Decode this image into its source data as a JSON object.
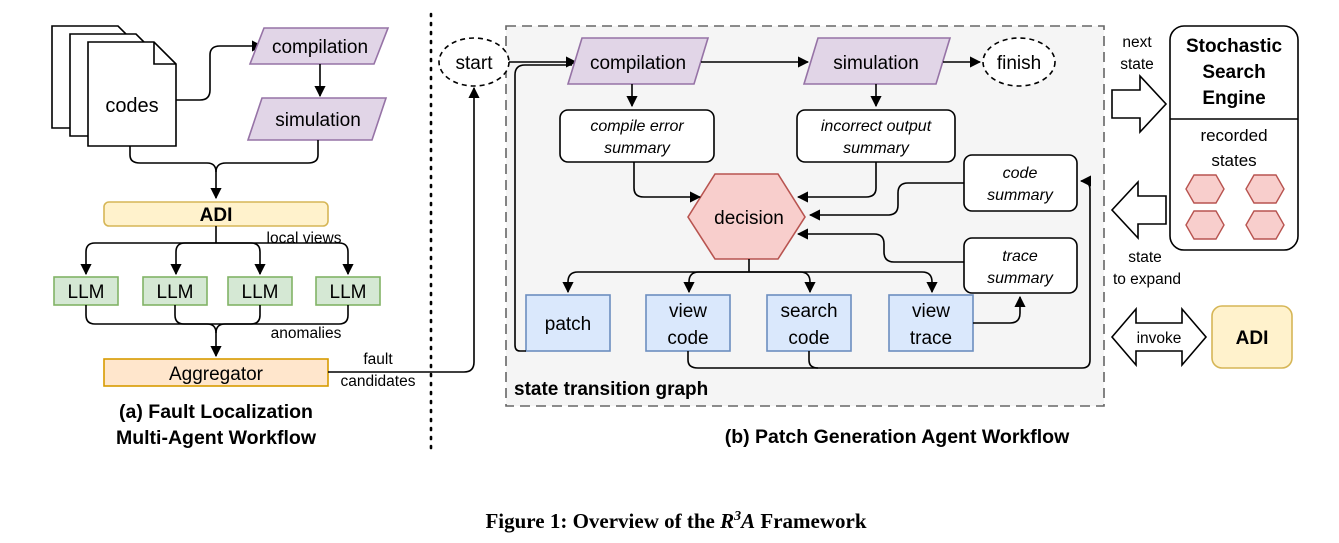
{
  "left_panel": {
    "codes_label": "codes",
    "compilation_label": "compilation",
    "simulation_label": "simulation",
    "adi_label": "ADI",
    "local_views_label": "local views",
    "llm_labels": [
      "LLM",
      "LLM",
      "LLM",
      "LLM"
    ],
    "anomalies_label": "anomalies",
    "aggregator_label": "Aggregator",
    "fault_label": "fault",
    "candidates_label": "candidates",
    "caption_line1": "(a) Fault Localization",
    "caption_line2": "Multi-Agent Workflow"
  },
  "middle_panel": {
    "start_label": "start",
    "compilation_label": "compilation",
    "simulation_label": "simulation",
    "finish_label": "finish",
    "compile_error_line1": "compile error",
    "compile_error_line2": "summary",
    "incorrect_output_line1": "incorrect output",
    "incorrect_output_line2": "summary",
    "code_summary_line1": "code",
    "code_summary_line2": "summary",
    "decision_label": "decision",
    "trace_summary_line1": "trace",
    "trace_summary_line2": "summary",
    "patch_label": "patch",
    "view_code_line1": "view",
    "view_code_line2": "code",
    "search_code_line1": "search",
    "search_code_line2": "code",
    "view_trace_line1": "view",
    "view_trace_line2": "trace",
    "graph_label": "state transition graph",
    "caption": "(b) Patch Generation Agent Workflow"
  },
  "right_panel": {
    "next_line1": "next",
    "next_line2": "state",
    "engine_line1": "Stochastic",
    "engine_line2": "Search",
    "engine_line3": "Engine",
    "recorded_line1": "recorded",
    "recorded_line2": "states",
    "expand_line1": "state",
    "expand_line2": "to expand",
    "invoke_label": "invoke",
    "adi_label": "ADI"
  },
  "figure_caption": {
    "prefix": "Figure 1: Overview of the ",
    "var_r": "R",
    "var_exp": "3",
    "var_a": "A",
    "suffix": " Framework"
  },
  "colors": {
    "purple_fill": "#e1d5e7",
    "purple_stroke": "#9673a6",
    "red_fill": "#f8cecc",
    "red_stroke": "#b85450",
    "blue_fill": "#dae8fc",
    "blue_stroke": "#6c8ebf",
    "green_fill": "#d5e8d4",
    "green_stroke": "#82b366",
    "yellow_fill": "#fff2cc",
    "yellow_stroke": "#d6b656",
    "orange_fill": "#ffe6cc",
    "orange_stroke": "#d79b00",
    "gray_fill": "#f5f5f5",
    "gray_stroke": "#666666"
  }
}
